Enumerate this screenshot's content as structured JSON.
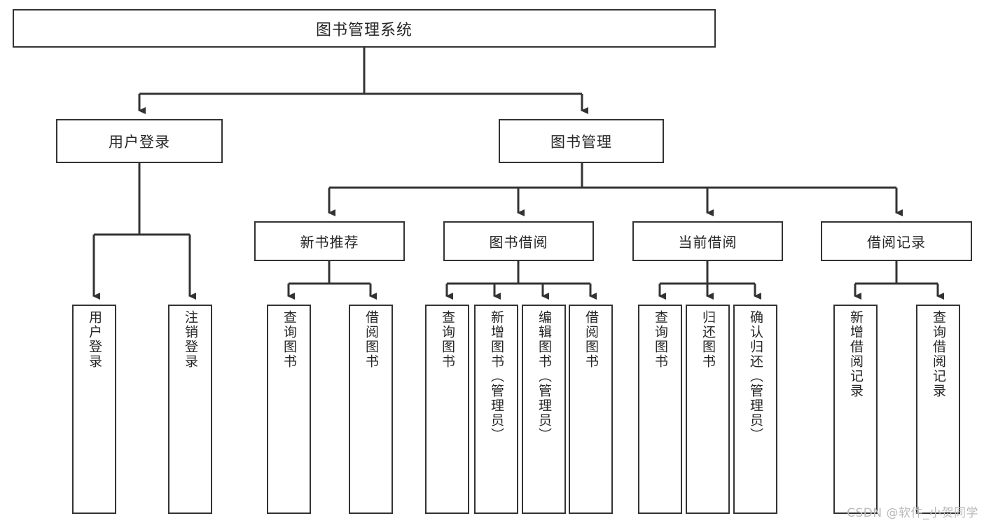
{
  "diagram": {
    "title": "图书管理系统",
    "style": {
      "border_color": "#333333",
      "box_fill": "#ffffff",
      "text_color": "#262626",
      "background": "#ffffff",
      "watermark_color": "#b9b9b9"
    },
    "root": {
      "label": "图书管理系统"
    },
    "level2": [
      {
        "label": "用户登录"
      },
      {
        "label": "图书管理"
      }
    ],
    "level3": [
      {
        "label": "新书推荐"
      },
      {
        "label": "图书借阅"
      },
      {
        "label": "当前借阅"
      },
      {
        "label": "借阅记录"
      }
    ],
    "leaves": {
      "user_login": [
        {
          "label": "用户登录"
        },
        {
          "label": "注销登录"
        }
      ],
      "new_book": [
        {
          "label": "查询图书"
        },
        {
          "label": "借阅图书"
        }
      ],
      "book_borrow": [
        {
          "label": "查询图书"
        },
        {
          "label": "新增图书（管理员）"
        },
        {
          "label": "编辑图书（管理员）"
        },
        {
          "label": "借阅图书"
        }
      ],
      "current_borrow": [
        {
          "label": "查询图书"
        },
        {
          "label": "归还图书"
        },
        {
          "label": "确认归还（管理员）"
        }
      ],
      "borrow_record": [
        {
          "label": "新增借阅记录"
        },
        {
          "label": "查询借阅记录"
        }
      ]
    }
  },
  "watermark": {
    "text": "CSDN @软件_小贺同学"
  }
}
